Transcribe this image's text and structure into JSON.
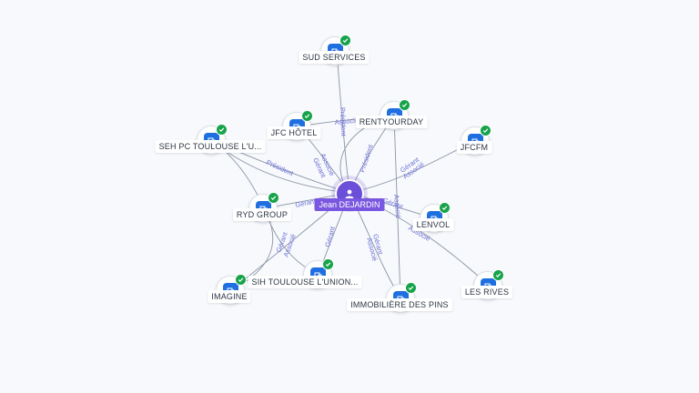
{
  "center": {
    "name": "Jean DEJARDIN",
    "icon": "person-icon",
    "color": "#6b4fd8"
  },
  "companies": [
    {
      "id": "sud-services",
      "name": "SUD SERVICES",
      "icon": "building-icon",
      "verified": true
    },
    {
      "id": "rentyourday",
      "name": "RENTYOURDAY",
      "icon": "building-icon",
      "verified": true
    },
    {
      "id": "jfc-hotel",
      "name": "JFC HÔTEL",
      "icon": "building-icon",
      "verified": true
    },
    {
      "id": "seh-pc",
      "name": "SEH PC TOULOUSE L'U...",
      "icon": "building-icon",
      "verified": true
    },
    {
      "id": "jfcfm",
      "name": "JFCFM",
      "icon": "building-icon",
      "verified": true
    },
    {
      "id": "ryd-group",
      "name": "RYD GROUP",
      "icon": "building-icon",
      "verified": true
    },
    {
      "id": "lenvol",
      "name": "LENVOL",
      "icon": "building-icon",
      "verified": true
    },
    {
      "id": "sih-toulouse",
      "name": "SIH TOULOUSE L'UNION...",
      "icon": "building-icon",
      "verified": true
    },
    {
      "id": "imagine",
      "name": "IMAGINE",
      "icon": "building-icon",
      "verified": true
    },
    {
      "id": "immobiliere",
      "name": "IMMOBILIÈRE DES PINS",
      "icon": "building-icon",
      "verified": true
    },
    {
      "id": "les-rives",
      "name": "LES RIVES",
      "icon": "building-icon",
      "verified": true
    }
  ],
  "edge_labels": {
    "president": "Président",
    "associe": "Associé",
    "gerant": "Gérant"
  },
  "colors": {
    "verified": "#17a34a",
    "company": "#1f6fe0",
    "edge": "#8b95a6",
    "edge_label": "#6b6fd6"
  }
}
